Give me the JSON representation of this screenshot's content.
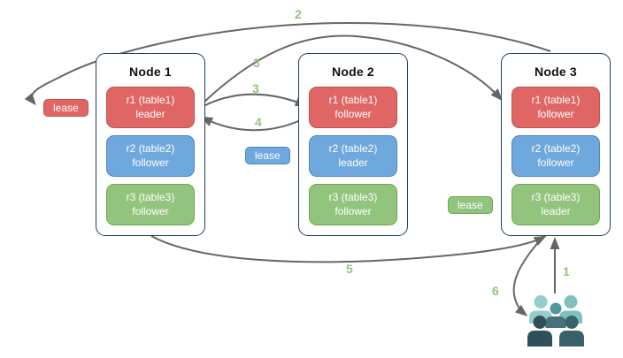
{
  "nodes": [
    {
      "title": "Node 1",
      "replicas": [
        {
          "name": "r1 (table1)",
          "role": "leader",
          "color": "red"
        },
        {
          "name": "r2 (table2)",
          "role": "follower",
          "color": "blue"
        },
        {
          "name": "r3 (table3)",
          "role": "follower",
          "color": "green"
        }
      ]
    },
    {
      "title": "Node 2",
      "replicas": [
        {
          "name": "r1 (table1)",
          "role": "follower",
          "color": "red"
        },
        {
          "name": "r2 (table2)",
          "role": "leader",
          "color": "blue"
        },
        {
          "name": "r3 (table3)",
          "role": "follower",
          "color": "green"
        }
      ]
    },
    {
      "title": "Node 3",
      "replicas": [
        {
          "name": "r1 (table1)",
          "role": "follower",
          "color": "red"
        },
        {
          "name": "r2 (table2)",
          "role": "follower",
          "color": "blue"
        },
        {
          "name": "r3 (table3)",
          "role": "leader",
          "color": "green"
        }
      ]
    }
  ],
  "leases": [
    {
      "label": "lease",
      "color": "red"
    },
    {
      "label": "lease",
      "color": "blue"
    },
    {
      "label": "lease",
      "color": "green"
    }
  ],
  "steps": {
    "s1": "1",
    "s2": "2",
    "s3a": "3",
    "s3b": "3",
    "s4": "4",
    "s5": "5",
    "s6": "6"
  },
  "icons": {
    "users": "users-group-icon"
  },
  "colors": {
    "replica_red": "#e06666",
    "replica_red_border": "#c4504c",
    "replica_blue": "#6fa8dc",
    "replica_blue_border": "#4d86c4",
    "replica_green": "#93c47d",
    "replica_green_border": "#69a84f",
    "node_border": "#1e3f61",
    "arrow": "#666666",
    "step_number": "#93c47d",
    "users_light_teal": "#93cfca",
    "users_teal": "#4f969d",
    "users_dark_slate": "#2f5058"
  }
}
